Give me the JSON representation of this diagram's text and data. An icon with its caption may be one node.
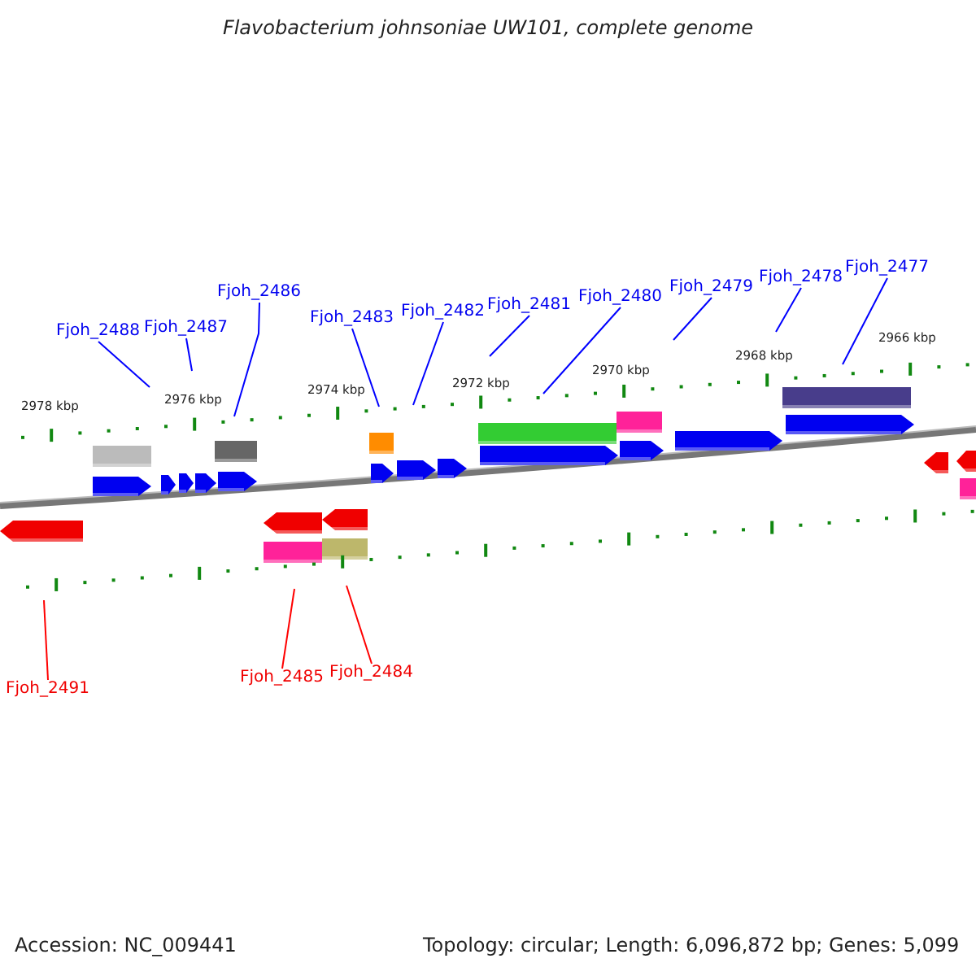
{
  "diagram": {
    "title": "Flavobacterium johnsoniae UW101, complete genome",
    "nodes": [
      {
        "text": [
          "Fjoh_2488"
        ]
      },
      {
        "text": [
          "Fjoh_2487"
        ]
      },
      {
        "text": [
          "Fjoh_2486"
        ]
      },
      {
        "text": [
          "Fjoh_2483"
        ]
      },
      {
        "text": [
          "Fjoh_2482"
        ]
      },
      {
        "text": [
          "Fjoh_2481"
        ]
      },
      {
        "text": [
          "Fjoh_2480"
        ]
      },
      {
        "text": [
          "Fjoh_2479"
        ]
      },
      {
        "text": [
          "Fjoh_2478"
        ]
      },
      {
        "text": [
          "Fjoh_2477"
        ]
      },
      {
        "text": [
          "Fjoh_2491"
        ]
      },
      {
        "text": [
          "Fjoh_2485"
        ]
      },
      {
        "text": [
          "Fjoh_2484"
        ]
      }
    ],
    "edges": [
      {
        "from": 0,
        "to": null,
        "arrow": "none"
      },
      {
        "from": 1,
        "to": null,
        "arrow": "none"
      },
      {
        "from": 2,
        "to": null,
        "arrow": "none"
      },
      {
        "from": 3,
        "to": null,
        "arrow": "none"
      },
      {
        "from": 4,
        "to": null,
        "arrow": "none"
      },
      {
        "from": 5,
        "to": null,
        "arrow": "none"
      },
      {
        "from": 6,
        "to": null,
        "arrow": "none"
      },
      {
        "from": 7,
        "to": null,
        "arrow": "none"
      },
      {
        "from": 8,
        "to": null,
        "arrow": "none"
      },
      {
        "from": 9,
        "to": null,
        "arrow": "none"
      },
      {
        "from": 10,
        "to": null,
        "arrow": "none",
        "color": "#ff0000"
      },
      {
        "from": 11,
        "to": null,
        "arrow": "none",
        "color": "#ff0000"
      },
      {
        "from": 12,
        "to": null,
        "arrow": "none",
        "color": "#ff0000"
      }
    ],
    "labels": [
      "2978 kbp",
      "2976 kbp",
      "2974 kbp",
      "2972 kbp",
      "2970 kbp",
      "2968 kbp",
      "2966 kbp",
      "Accession: NC_009441",
      "Topology: circular; Length: 6,096,872 bp; Genes: 5,099"
    ]
  }
}
